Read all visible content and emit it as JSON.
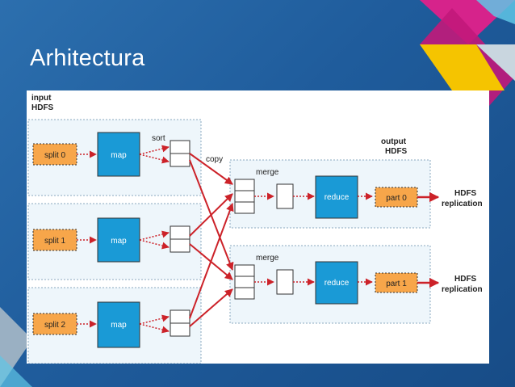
{
  "slide": {
    "title": "Arhitectura"
  },
  "colors": {
    "background": "#1f5c9c",
    "split_fill": "#f7a64a",
    "map_fill": "#1a9ad6",
    "arrow": "#cc2229",
    "panel": "#ffffff",
    "region_fill": "#eef6fb"
  },
  "diagram": {
    "input_label": [
      "input",
      "HDFS"
    ],
    "output_label": [
      "output",
      "HDFS"
    ],
    "sort_label": "sort",
    "copy_label": "copy",
    "splits": [
      "split 0",
      "split 1",
      "split 2"
    ],
    "map_label": "map",
    "reducers": [
      {
        "merge_label": "merge",
        "reduce_label": "reduce",
        "part_label": "part 0",
        "target": [
          "HDFS",
          "replication"
        ]
      },
      {
        "merge_label": "merge",
        "reduce_label": "reduce",
        "part_label": "part 1",
        "target": [
          "HDFS",
          "replication"
        ]
      }
    ]
  }
}
